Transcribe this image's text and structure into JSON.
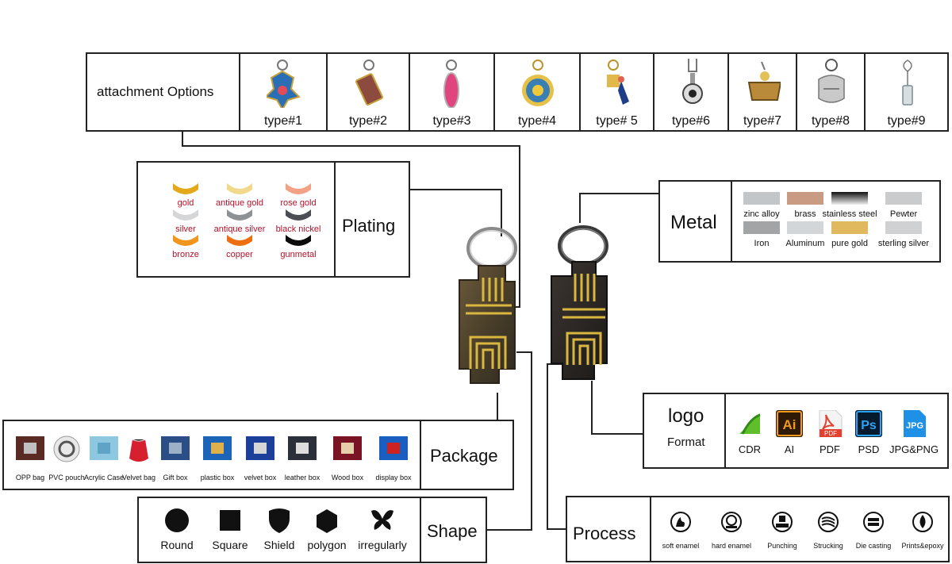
{
  "attachment": {
    "title": "attachment Options",
    "types": [
      "type#1",
      "type#2",
      "type#3",
      "type#4",
      "type# 5",
      "type#6",
      "type#7",
      "type#8",
      "type#9"
    ]
  },
  "plating": {
    "title": "Plating",
    "swatches": [
      {
        "label": "gold",
        "color": "#e3a91b"
      },
      {
        "label": "antique gold",
        "color": "#f0d98a"
      },
      {
        "label": "rose gold",
        "color": "#f3a184"
      },
      {
        "label": "silver",
        "color": "#d4d6d8"
      },
      {
        "label": "antique silver",
        "color": "#8e9294"
      },
      {
        "label": "black nickel",
        "color": "#4a4e52"
      },
      {
        "label": "bronze",
        "color": "#f0961e"
      },
      {
        "label": "copper",
        "color": "#ee6f10"
      },
      {
        "label": "gunmetal",
        "color": "#0b0b0b"
      }
    ]
  },
  "metal": {
    "title": "Metal",
    "items": [
      {
        "label": "zinc alloy",
        "color": "#c3c6c9"
      },
      {
        "label": "brass",
        "color": "#c99b82"
      },
      {
        "label": "stainless steel",
        "color": "#6a6a6a"
      },
      {
        "label": "Pewter",
        "color": "#c9cbcd"
      },
      {
        "label": "Iron",
        "color": "#a2a4a6"
      },
      {
        "label": "Aluminum",
        "color": "#d3d6d9"
      },
      {
        "label": "pure gold",
        "color": "#e0b85e"
      },
      {
        "label": "sterling silver",
        "color": "#cfd1d3"
      }
    ]
  },
  "logo": {
    "title": "logo",
    "subtitle": "Format",
    "formats": [
      {
        "label": "CDR",
        "icon": "coreldraw-icon",
        "color": "#5fbf2a"
      },
      {
        "label": "AI",
        "icon": "illustrator-icon",
        "color": "#f39a1d"
      },
      {
        "label": "PDF",
        "icon": "pdf-icon",
        "color": "#e3412f"
      },
      {
        "label": "PSD",
        "icon": "photoshop-icon",
        "color": "#2aa4f4"
      },
      {
        "label": "JPG&PNG",
        "icon": "jpg-icon",
        "color": "#1e90e6"
      }
    ],
    "ai_glyph": "Ai",
    "pdf_glyph": "PDF",
    "ps_glyph": "Ps",
    "jpg_glyph": "JPG"
  },
  "package": {
    "title": "Package",
    "items": [
      "OPP bag",
      "PVC pouch",
      "Acrylic Case",
      "Velvet bag",
      "Gift box",
      "plastic box",
      "velvet box",
      "leather box",
      "Wood box",
      "display box"
    ]
  },
  "shape": {
    "title": "Shape",
    "items": [
      "Round",
      "Square",
      "Shield",
      "polygon",
      "irregularly"
    ]
  },
  "process": {
    "title": "Process",
    "items": [
      "soft enamel",
      "hard enamel",
      "Punching",
      "Strucking",
      "Die casting",
      "Prints&epoxy"
    ]
  }
}
